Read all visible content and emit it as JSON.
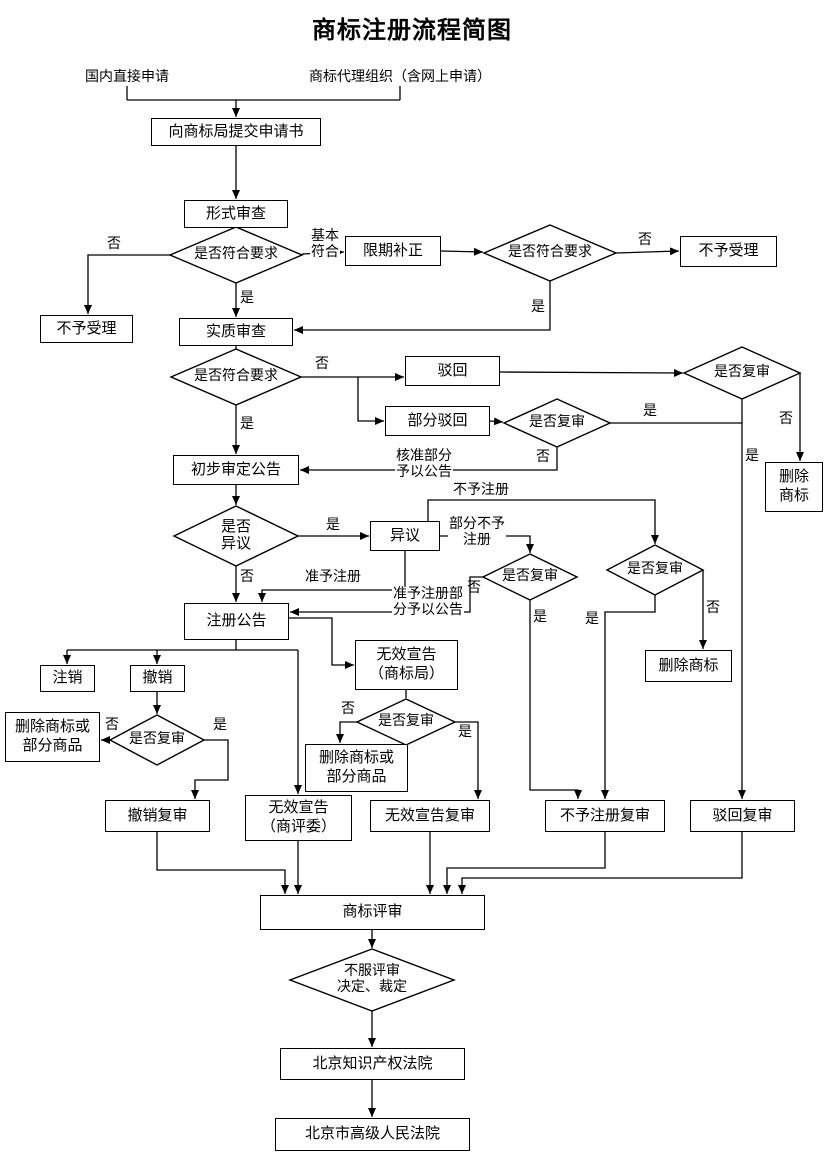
{
  "title": "商标注册流程简图",
  "sources": {
    "domestic": "国内直接申请",
    "agency": "商标代理组织（含网上申请）"
  },
  "nodes": {
    "submit": "向商标局提交申请书",
    "formal_exam": "形式审查",
    "formal_check": "是否符合要求",
    "correction": "限期补正",
    "correction_check": "是否符合要求",
    "not_accepted_left": "不予受理",
    "not_accepted_right": "不予受理",
    "substantive_exam": "实质审查",
    "substantive_check": "是否符合要求",
    "reject": "驳回",
    "partial_reject": "部分驳回",
    "reject_review_check": "是否复审",
    "partial_reject_review_check": "是否复审",
    "delete_tm_topright": "删除\n商标",
    "prelim_announce": "初步审定公告",
    "objection_check": "是否\n异议",
    "objection": "异议",
    "partial_notreg_review_check": "是否复审",
    "notreg_review_check": "是否复审",
    "delete_tm_mid": "删除商标",
    "reg_announce": "注册公告",
    "cancel": "注销",
    "revoke": "撤销",
    "invalid_tmo": "无效宣告\n（商标局）",
    "revoke_review_check": "是否复审",
    "invalid_review_check": "是否复审",
    "delete_partial_left": "删除商标或\n部分商品",
    "delete_partial_mid": "删除商标或\n部分商品",
    "revoke_review": "撤销复审",
    "invalid_board": "无效宣告\n（商评委）",
    "invalid_review": "无效宣告复审",
    "notreg_review": "不予注册复审",
    "reject_review": "驳回复审",
    "tm_review": "商标评审",
    "appeal_check": "不服评审\n决定、裁定",
    "bj_ip_court": "北京知识产权法院",
    "bj_high_court": "北京市高级人民法院"
  },
  "edge_labels": {
    "no": "否",
    "yes": "是",
    "basic_conform": "基本\n符合",
    "approved_part_announced": "核准部分\n予以公告",
    "not_register": "不予注册",
    "partial_not_register": "部分不予\n注册",
    "approve_register": "准予注册",
    "approve_part_announced": "准予注册部\n分予以公告"
  }
}
